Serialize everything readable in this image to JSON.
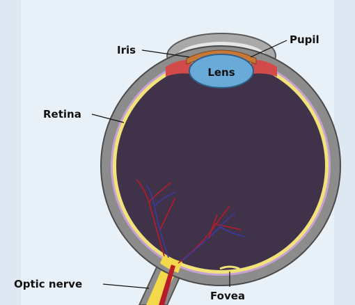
{
  "labels": {
    "iris": "Iris",
    "pupil": "Pupil",
    "lens": "Lens",
    "retina": "Retina",
    "optic_nerve": "Optic nerve",
    "fovea": "Fovea"
  },
  "colors": {
    "background": "#e9f1f8",
    "sclera": "#8c8c8c",
    "choroid": "#c6a2d4",
    "retina": "#f2e27a",
    "vitreous": "#3f3249",
    "lens": "#6aaad8",
    "iris": "#c87836",
    "ciliary": "#d34a4a",
    "optic_nerve": "#f2d84a",
    "vessel_red": "#b81c2a",
    "vessel_blue": "#3a3aa0"
  }
}
